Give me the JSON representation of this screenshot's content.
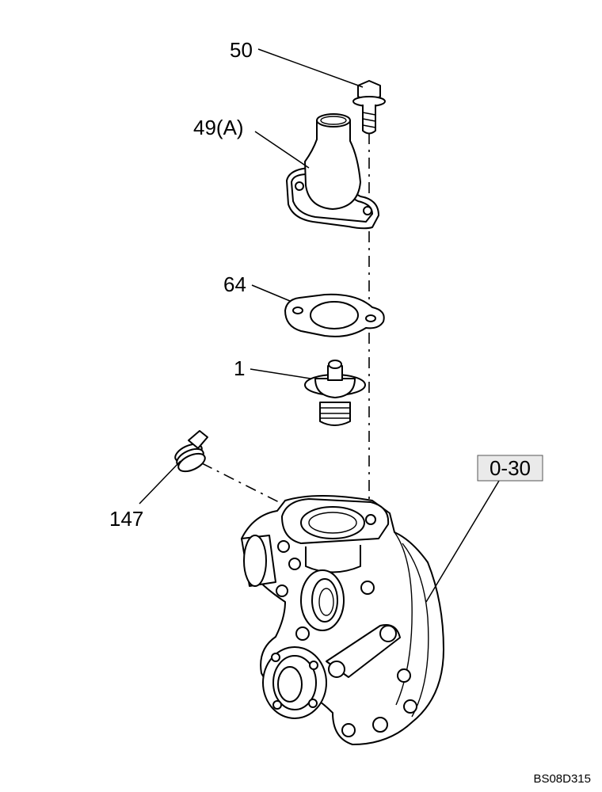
{
  "diagram": {
    "labels": {
      "bolt": "50",
      "housing_cover": "49(A)",
      "gasket": "64",
      "thermostat": "1",
      "clamp": "147",
      "reference_box": "0-30"
    },
    "drawing_code": "BS08D315"
  }
}
